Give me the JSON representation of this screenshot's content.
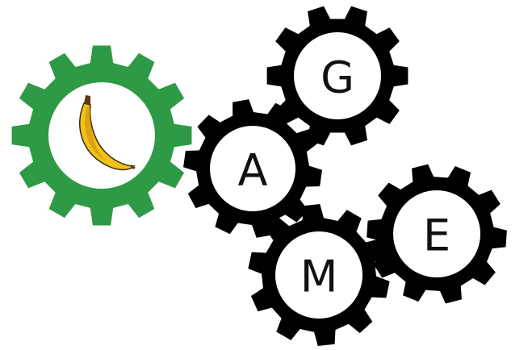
{
  "colors": {
    "banana_gear": "#2e9a45",
    "letter_gears": "#000000",
    "gear_face": "#ffffff",
    "banana_body": "#f2c21a",
    "banana_shade": "#c98a0d",
    "banana_tip": "#5a3a12"
  },
  "gears": {
    "banana": {
      "icon": "banana-icon"
    },
    "g": {
      "letter": "G"
    },
    "a": {
      "letter": "A"
    },
    "m": {
      "letter": "M"
    },
    "e": {
      "letter": "E"
    }
  }
}
